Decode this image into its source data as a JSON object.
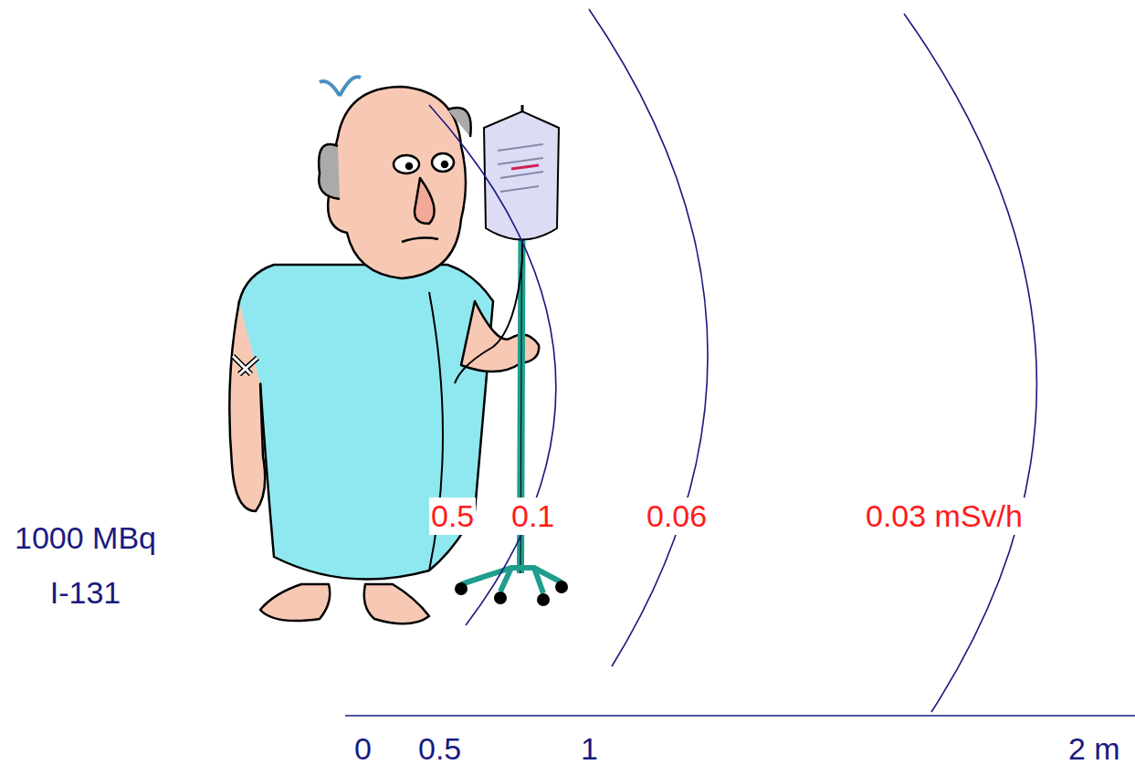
{
  "diagram": {
    "labels": [
      "0.5",
      "0.1",
      "0.06",
      "0.03 mSv/h",
      "1000 MBq I-131",
      "0",
      "0.5",
      "1",
      "2 m"
    ]
  }
}
